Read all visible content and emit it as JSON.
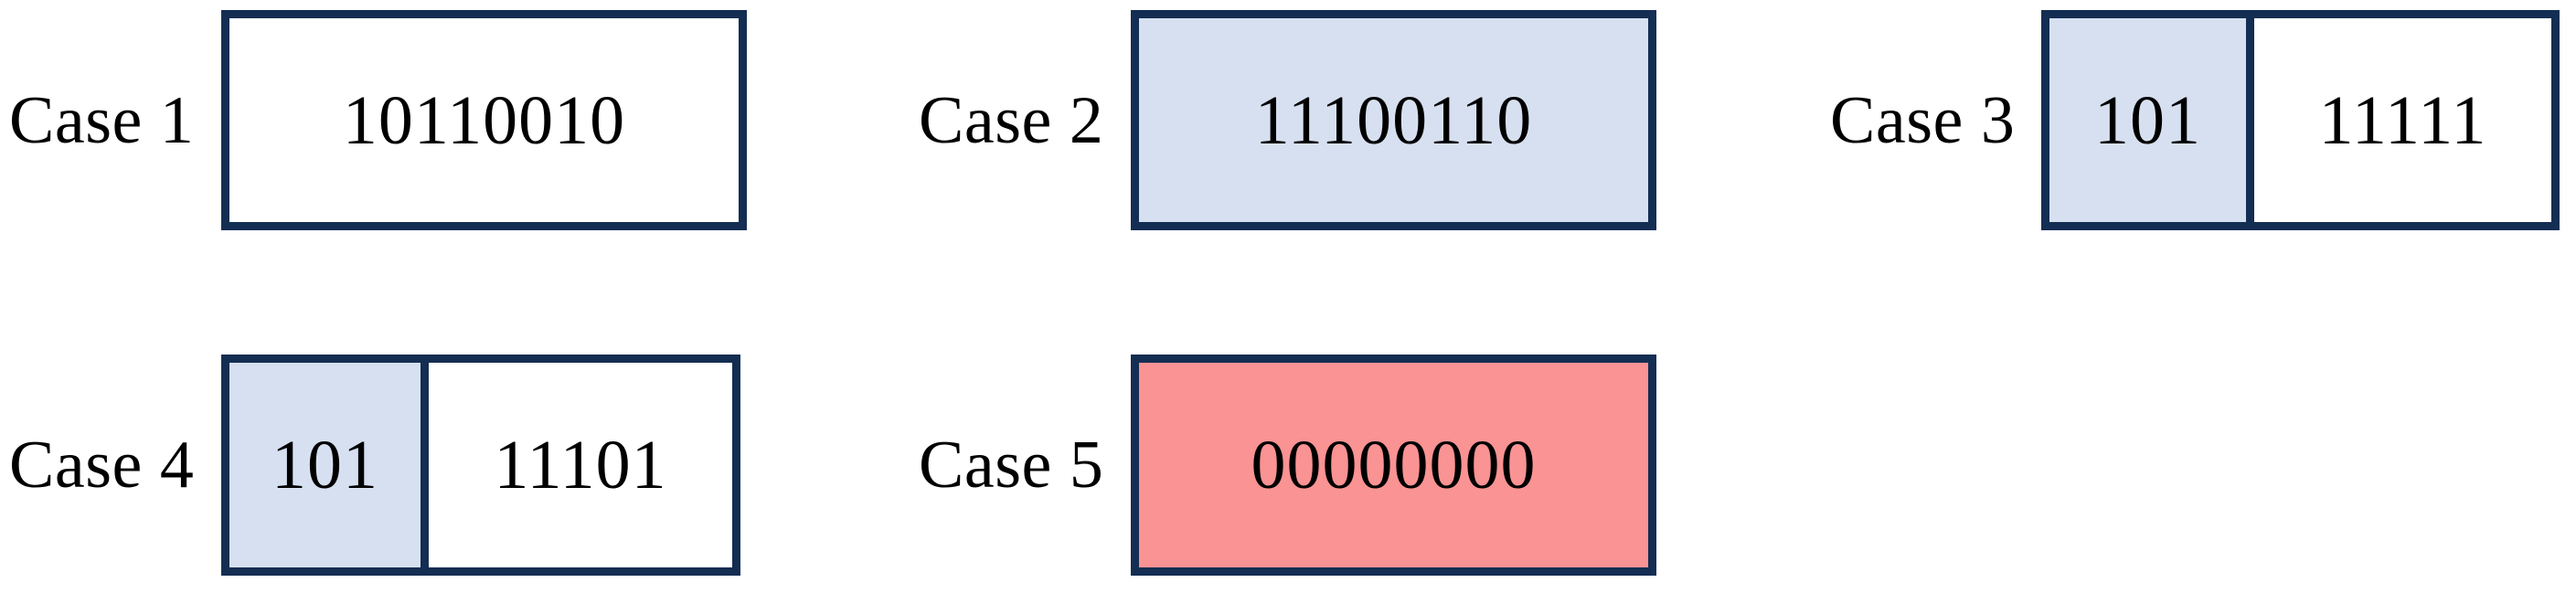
{
  "figure": {
    "background_color": "#FFFFFF",
    "border_color": "#142D52",
    "fill_blue": "#D6E0F0",
    "fill_pink": "#FA9393",
    "fill_white": "#FFFFFF",
    "text_color": "#000000"
  },
  "cases": [
    {
      "label": "Case 1",
      "cells": [
        {
          "text": "10110010",
          "fill": "white"
        }
      ]
    },
    {
      "label": "Case 2",
      "cells": [
        {
          "text": "11100110",
          "fill": "blue"
        }
      ]
    },
    {
      "label": "Case 3",
      "cells": [
        {
          "text": "101",
          "fill": "blue"
        },
        {
          "text": "11111",
          "fill": "white"
        }
      ]
    },
    {
      "label": "Case 4",
      "cells": [
        {
          "text": "101",
          "fill": "blue"
        },
        {
          "text": "11101",
          "fill": "white"
        }
      ]
    },
    {
      "label": "Case 5",
      "cells": [
        {
          "text": "00000000",
          "fill": "pink"
        }
      ]
    }
  ]
}
